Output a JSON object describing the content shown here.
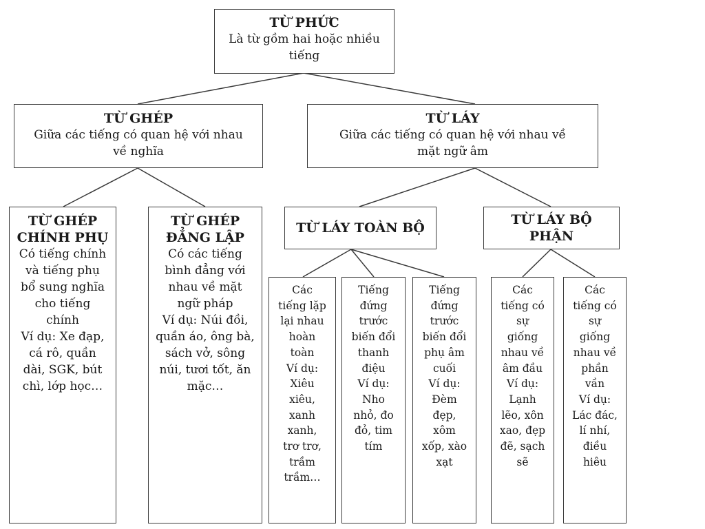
{
  "root": {
    "title": "TỪ PHỨC",
    "desc_lines": [
      "Là từ gồm hai hoặc nhiều",
      "tiếng"
    ]
  },
  "tu_ghep": {
    "title": "TỪ GHÉP",
    "desc_lines": [
      "Giữa các tiếng có quan hệ với nhau",
      "về nghĩa"
    ],
    "chinh_phu": {
      "title_lines": [
        "TỪ GHÉP",
        "CHÍNH PHỤ"
      ],
      "desc_lines": [
        "Có tiếng chính",
        "và tiếng phụ",
        "bổ sung nghĩa",
        "cho tiếng",
        "chính",
        "Ví dụ: Xe đạp,",
        "cá rô, quần",
        "dài, SGK, bút",
        "chì, lớp học…"
      ]
    },
    "dang_lap": {
      "title_lines": [
        "TỪ GHÉP",
        "ĐẲNG LẬP"
      ],
      "desc_lines": [
        "Có các tiếng",
        "bình đẳng với",
        "nhau về mặt",
        "ngữ pháp",
        "Ví dụ: Núi đồi,",
        "quần áo, ông bà,",
        "sách vở, sông",
        "núi, tươi tốt, ăn",
        "mặc…"
      ]
    }
  },
  "tu_lay": {
    "title": "TỪ LÁY",
    "desc_lines": [
      "Giữa các tiếng có quan hệ với nhau về",
      "mặt ngữ âm"
    ],
    "toan_bo": {
      "title": "TỪ LÁY TOÀN BỘ",
      "children": [
        {
          "lines": [
            "Các",
            "tiếng lặp",
            "lại nhau",
            "hoàn",
            "toàn",
            "Ví dụ:",
            "Xiêu",
            "xiêu,",
            "xanh",
            "xanh,",
            "trơ trơ,",
            "trầm",
            "trầm…"
          ]
        },
        {
          "lines": [
            "Tiếng",
            "đứng",
            "trước",
            "biến đổi",
            "thanh",
            "điệu",
            "Ví dụ:",
            "Nho",
            "nhỏ, đo",
            "đỏ, tim",
            "tím"
          ]
        },
        {
          "lines": [
            "Tiếng",
            "đứng",
            "trước",
            "biến đổi",
            "phụ âm",
            "cuối",
            "Ví dụ:",
            "Đèm",
            "đẹp,",
            "xôm",
            "xốp, xào",
            "xạt"
          ]
        }
      ]
    },
    "bo_phan": {
      "title_lines": [
        "TỪ LÁY BỘ",
        "PHẬN"
      ],
      "children": [
        {
          "lines": [
            "Các",
            "tiếng có",
            "sự",
            "giống",
            "nhau về",
            "âm đầu",
            "Ví dụ:",
            "Lạnh",
            "lẽo, xôn",
            "xao, đẹp",
            "đẽ, sạch",
            "sẽ"
          ]
        },
        {
          "lines": [
            "Các",
            "tiếng có",
            "sự",
            "giống",
            "nhau về",
            "phần",
            "vần",
            "Ví dụ:",
            "Lác đác,",
            "lí nhí,",
            "điều",
            "hiêu"
          ]
        }
      ]
    }
  },
  "colors": {
    "border": "#3a3a3a",
    "line": "#3a3a3a",
    "text": "#1a1a1a",
    "background": "#ffffff"
  }
}
